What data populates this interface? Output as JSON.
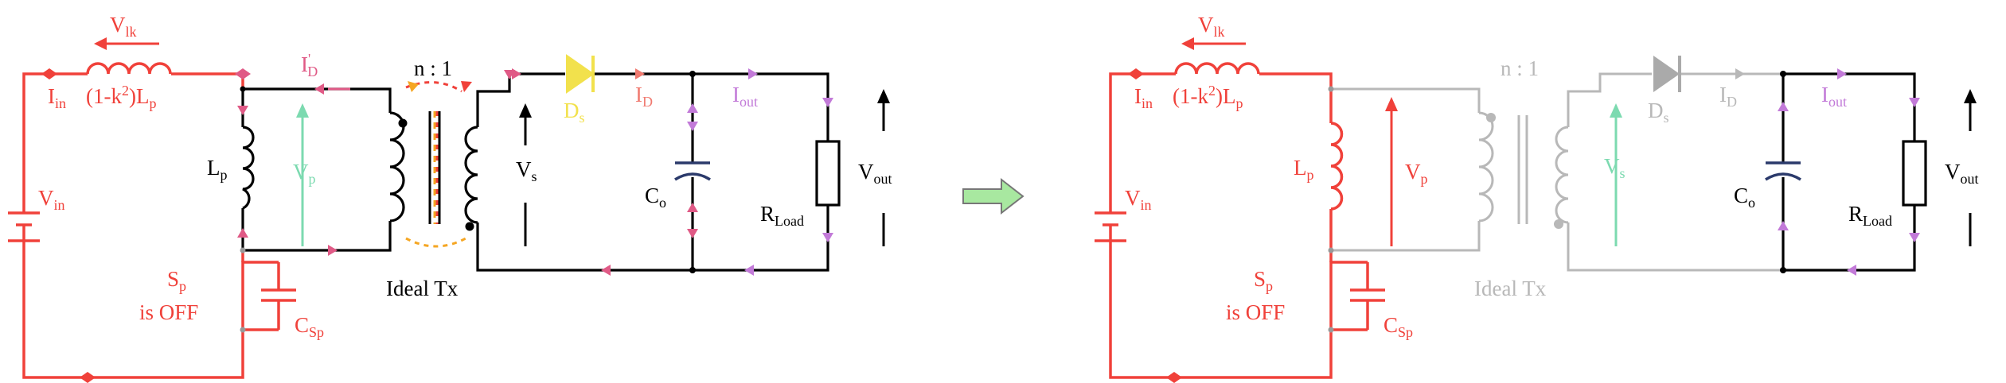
{
  "colors": {
    "primary_path": "#f0413a",
    "transformer_current": "#e05a86",
    "magnetizing_arrow": "#7cdab0",
    "output_current": "#c27ad8",
    "diode_on": "#f2e14c",
    "core_dash_orange": "#f5a623",
    "capacitor": "#2b3a6b",
    "inactive": "#b8b8b8",
    "wire": "#000000",
    "transition_arrow": "#a8e8a0"
  },
  "icons": {
    "transition": "right-arrow-icon"
  },
  "left_panel": {
    "vlk": {
      "main": "V",
      "sub": "lk"
    },
    "iin": {
      "main": "I",
      "sub": "in"
    },
    "leak_ind": {
      "pre": "(1-k",
      "sup": "2",
      "mid": ")L",
      "sub": "p"
    },
    "vin": {
      "main": "V",
      "sub": "in"
    },
    "id_prime": {
      "main": "I",
      "sup": "'",
      "sub": "D"
    },
    "ratio": "n : 1",
    "lp": {
      "main": "L",
      "sub": "p"
    },
    "vp": {
      "main": "V",
      "sub": "p"
    },
    "vs": {
      "main": "V",
      "sub": "s"
    },
    "ds": {
      "main": "D",
      "sub": "s"
    },
    "id": {
      "main": "I",
      "sub": "D"
    },
    "iout": {
      "main": "I",
      "sub": "out"
    },
    "co": {
      "main": "C",
      "sub": "o"
    },
    "rload": {
      "main": "R",
      "sub": "Load"
    },
    "vout": {
      "main": "V",
      "sub": "out"
    },
    "sp": {
      "main": "S",
      "sub": "p"
    },
    "is_off": "is OFF",
    "csp": {
      "main": "C",
      "sub": "Sp"
    },
    "ideal_tx": "Ideal Tx"
  },
  "right_panel": {
    "vlk": {
      "main": "V",
      "sub": "lk"
    },
    "iin": {
      "main": "I",
      "sub": "in"
    },
    "leak_ind": {
      "pre": "(1-k",
      "sup": "2",
      "mid": ")L",
      "sub": "p"
    },
    "vin": {
      "main": "V",
      "sub": "in"
    },
    "ratio": "n : 1",
    "lp": {
      "main": "L",
      "sub": "p"
    },
    "vp": {
      "main": "V",
      "sub": "p"
    },
    "vs": {
      "main": "V",
      "sub": "s"
    },
    "ds": {
      "main": "D",
      "sub": "s"
    },
    "id": {
      "main": "I",
      "sub": "D"
    },
    "iout": {
      "main": "I",
      "sub": "out"
    },
    "co": {
      "main": "C",
      "sub": "o"
    },
    "rload": {
      "main": "R",
      "sub": "Load"
    },
    "vout": {
      "main": "V",
      "sub": "out"
    },
    "sp": {
      "main": "S",
      "sub": "p"
    },
    "is_off": "is OFF",
    "csp": {
      "main": "C",
      "sub": "Sp"
    },
    "ideal_tx": "Ideal Tx"
  }
}
